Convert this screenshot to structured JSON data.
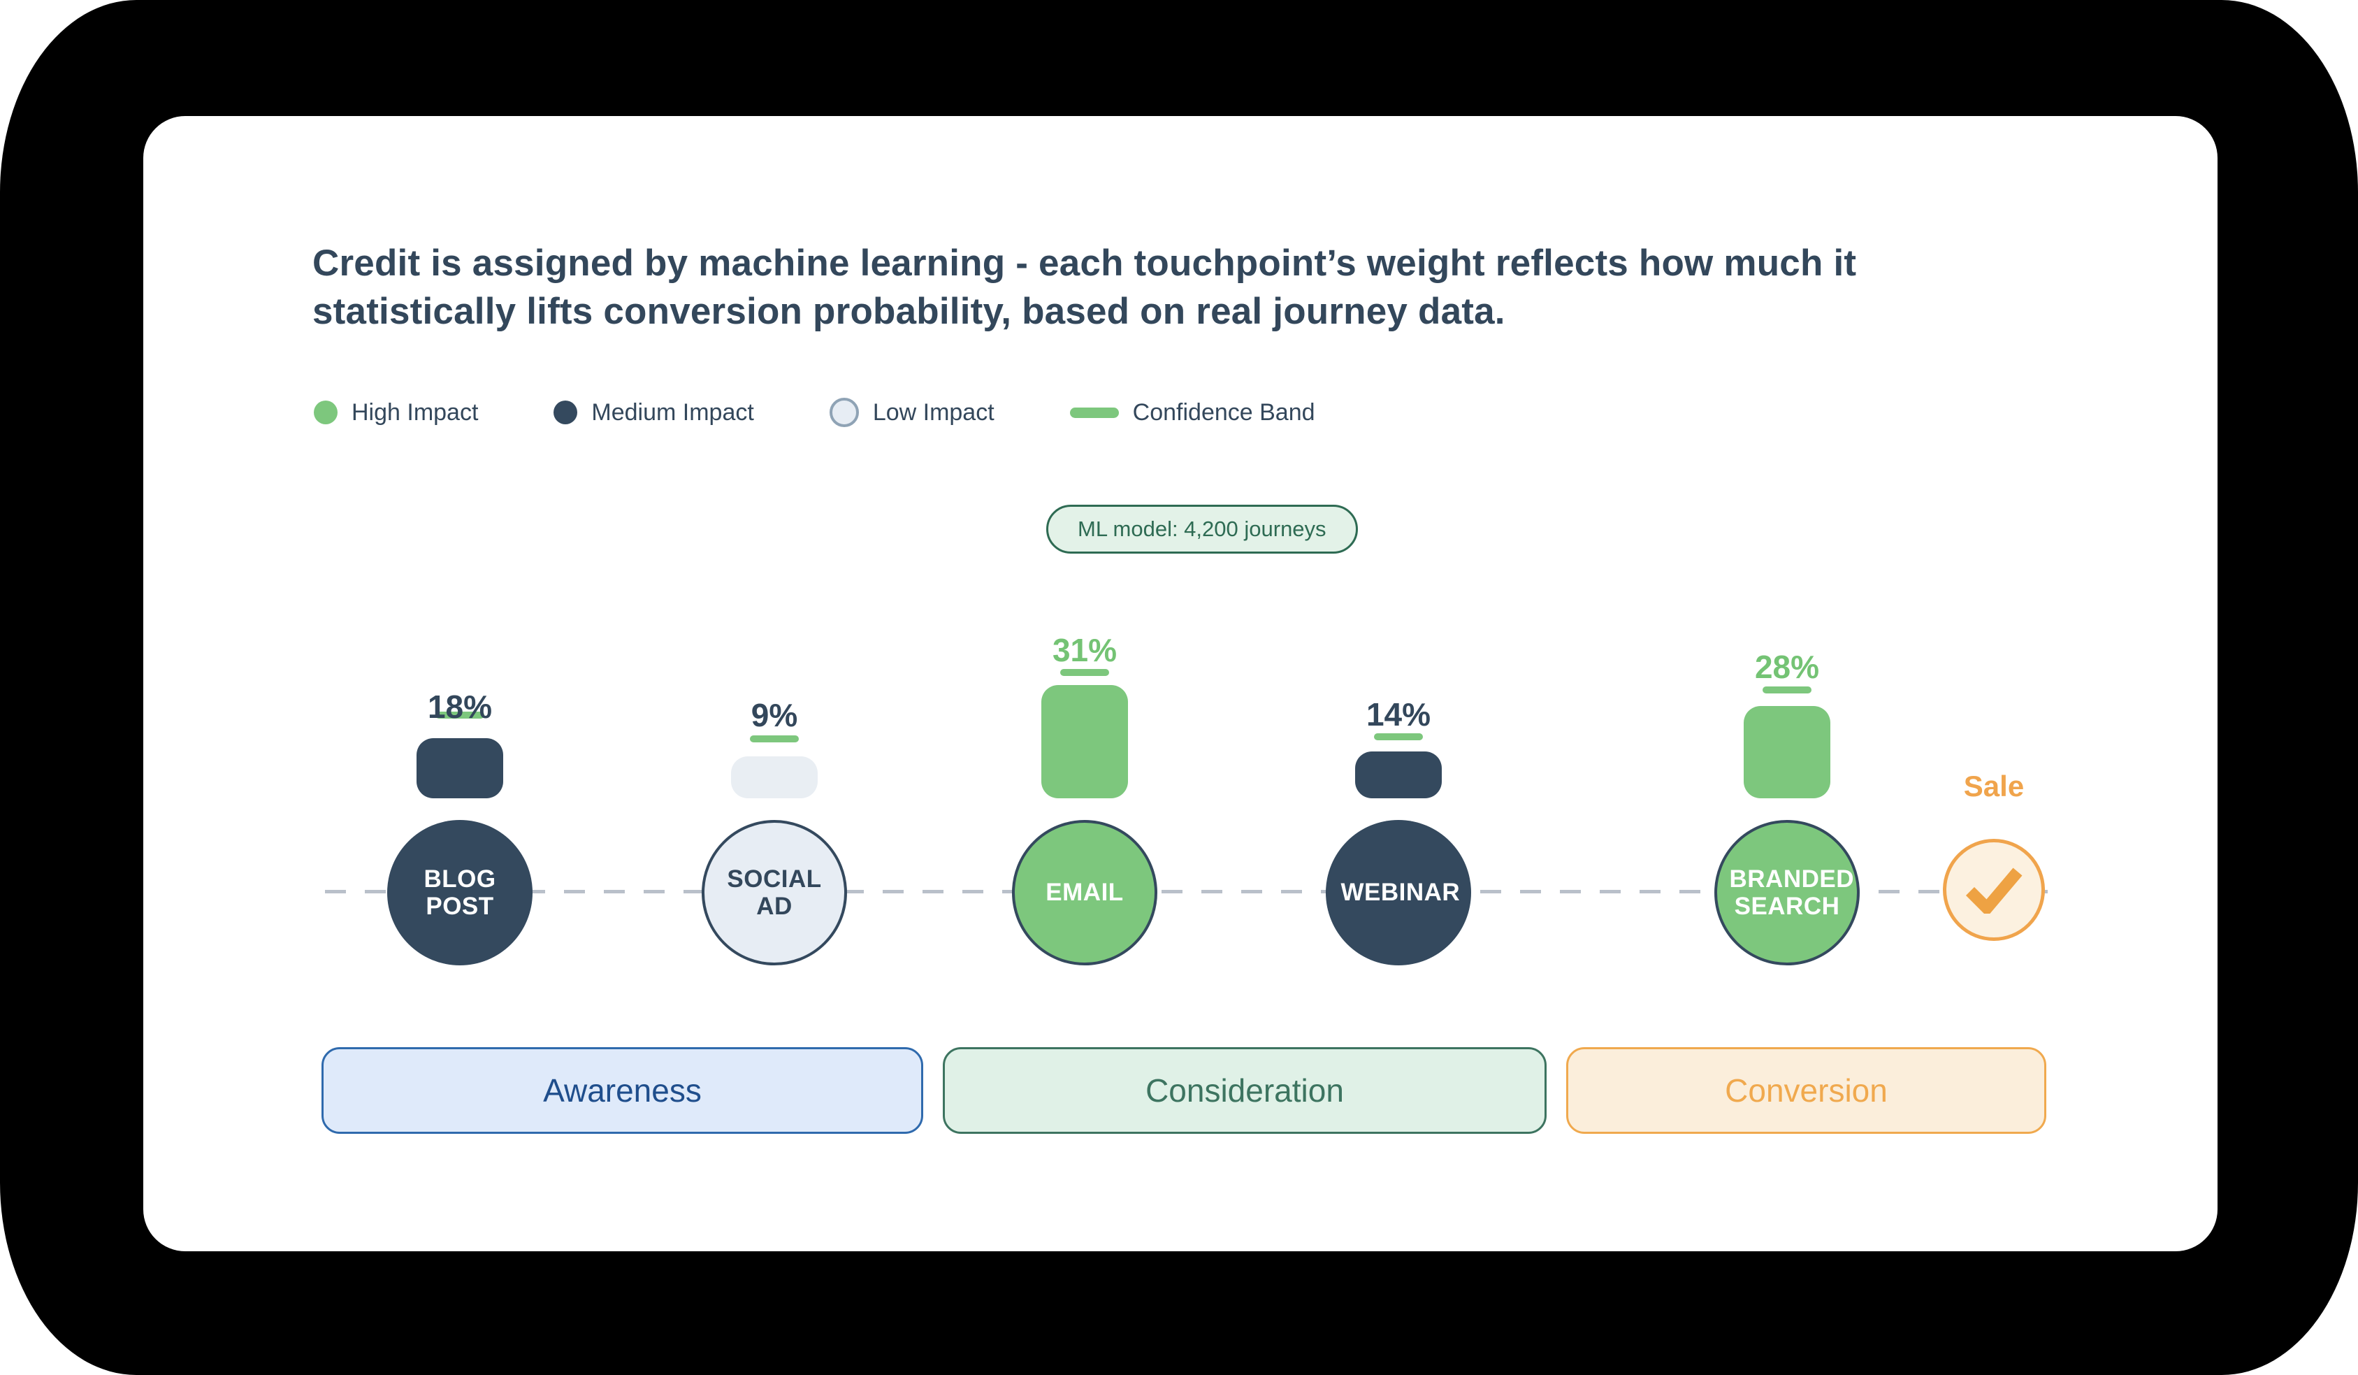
{
  "title": {
    "line1": "Credit is assigned by machine learning - each touchpoint’s weight reflects how much it",
    "line2": "statistically lifts conversion probability, based on real journey data."
  },
  "legend": {
    "items": [
      {
        "label": "High Impact",
        "swatch": "green-dot",
        "color": "#7dc77d"
      },
      {
        "label": "Medium Impact",
        "swatch": "navy-dot",
        "color": "#34495e"
      },
      {
        "label": "Low Impact",
        "swatch": "light-dot",
        "color": "#e7edf4"
      },
      {
        "label": "Confidence Band",
        "swatch": "green-bar",
        "color": "#7dc77d"
      }
    ]
  },
  "badge": {
    "label": "ML model: 4,200 journeys"
  },
  "touchpoints": [
    {
      "name": "BLOG POST",
      "weight": "18%",
      "weight_pct": 18,
      "impact": "medium",
      "stage": "Awareness"
    },
    {
      "name": "SOCIAL AD",
      "weight": "9%",
      "weight_pct": 9,
      "impact": "low",
      "stage": "Awareness"
    },
    {
      "name": "EMAIL",
      "weight": "31%",
      "weight_pct": 31,
      "impact": "high",
      "stage": "Consideration"
    },
    {
      "name": "WEBINAR",
      "weight": "14%",
      "weight_pct": 14,
      "impact": "medium",
      "stage": "Consideration"
    },
    {
      "name": "BRANDED SEARCH",
      "weight": "28%",
      "weight_pct": 28,
      "impact": "high",
      "stage": "Conversion"
    }
  ],
  "endpoint": {
    "label": "Sale",
    "icon": "check"
  },
  "stages": [
    {
      "label": "Awareness",
      "color": "#2f6aad"
    },
    {
      "label": "Consideration",
      "color": "#3d7460"
    },
    {
      "label": "Conversion",
      "color": "#f0a94e"
    }
  ],
  "colors": {
    "navy": "#34495e",
    "green": "#7dc77d",
    "low_impact": "#e9eef3",
    "orange": "#f0a44c",
    "badge_green": "#2e6b53",
    "dash_gray": "#b9c0ca"
  }
}
